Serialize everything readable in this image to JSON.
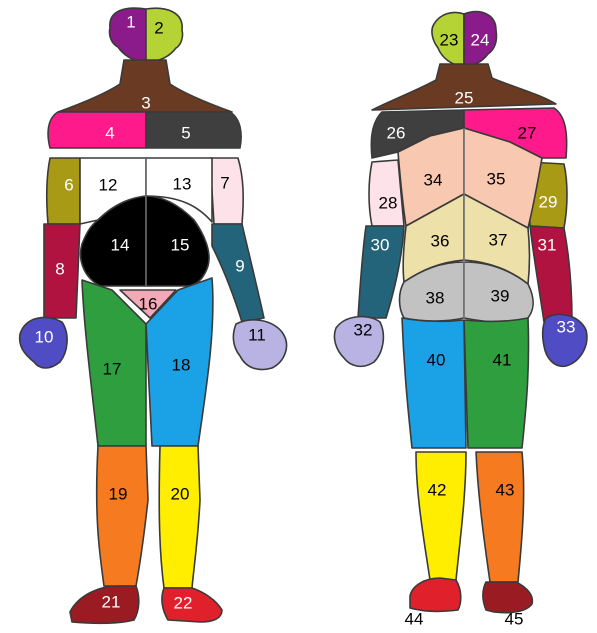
{
  "colors": {
    "purple": "#8b1a8b",
    "lime": "#b5d334",
    "brown": "#6b3a22",
    "magenta": "#ff1a8c",
    "charcoal": "#3f3f3f",
    "olive": "#a89a14",
    "white": "#ffffff",
    "pale_pink": "#fde2ea",
    "crimson": "#b0133f",
    "teal": "#24647a",
    "periwinkle": "#b9b3e3",
    "royal_blue": "#4f4cc4",
    "black": "#000000",
    "light_pink": "#f4a9b8",
    "green": "#2e9e3e",
    "sky_blue": "#1ba1e6",
    "orange": "#f57a20",
    "yellow": "#ffee00",
    "red": "#e0202a",
    "dark_red": "#9a1b22",
    "peach": "#f9c8b0",
    "beige": "#ede0a8",
    "gray": "#c2c2c2",
    "outline": "#3a3a3a"
  },
  "figures": {
    "front": {
      "regions": [
        {
          "label": "1",
          "name": "front-head-right",
          "fill": "purple",
          "text_color": "#ffffff"
        },
        {
          "label": "2",
          "name": "front-head-left",
          "fill": "lime",
          "text_color": "#000000"
        },
        {
          "label": "3",
          "name": "front-neck",
          "fill": "brown",
          "text_color": "#ffffff"
        },
        {
          "label": "4",
          "name": "front-chest-right",
          "fill": "magenta",
          "text_color": "#ffffff"
        },
        {
          "label": "5",
          "name": "front-chest-left",
          "fill": "charcoal",
          "text_color": "#ffffff"
        },
        {
          "label": "6",
          "name": "front-upper-arm-right",
          "fill": "olive",
          "text_color": "#ffffff"
        },
        {
          "label": "7",
          "name": "front-upper-arm-left",
          "fill": "pale_pink",
          "text_color": "#000000"
        },
        {
          "label": "8",
          "name": "front-forearm-right",
          "fill": "crimson",
          "text_color": "#ffffff"
        },
        {
          "label": "9",
          "name": "front-forearm-left",
          "fill": "teal",
          "text_color": "#ffffff"
        },
        {
          "label": "10",
          "name": "front-hand-right",
          "fill": "royal_blue",
          "text_color": "#ffffff"
        },
        {
          "label": "11",
          "name": "front-hand-left",
          "fill": "periwinkle",
          "text_color": "#000000"
        },
        {
          "label": "12",
          "name": "front-upper-abdomen-right",
          "fill": "white",
          "text_color": "#000000"
        },
        {
          "label": "13",
          "name": "front-upper-abdomen-left",
          "fill": "white",
          "text_color": "#000000"
        },
        {
          "label": "14",
          "name": "front-lower-abdomen-right",
          "fill": "black",
          "text_color": "#ffffff"
        },
        {
          "label": "15",
          "name": "front-lower-abdomen-left",
          "fill": "black",
          "text_color": "#ffffff"
        },
        {
          "label": "16",
          "name": "front-groin",
          "fill": "light_pink",
          "text_color": "#000000"
        },
        {
          "label": "17",
          "name": "front-thigh-right",
          "fill": "green",
          "text_color": "#000000"
        },
        {
          "label": "18",
          "name": "front-thigh-left",
          "fill": "sky_blue",
          "text_color": "#000000"
        },
        {
          "label": "19",
          "name": "front-lower-leg-right",
          "fill": "orange",
          "text_color": "#000000"
        },
        {
          "label": "20",
          "name": "front-lower-leg-left",
          "fill": "yellow",
          "text_color": "#000000"
        },
        {
          "label": "21",
          "name": "front-foot-right",
          "fill": "dark_red",
          "text_color": "#ffffff"
        },
        {
          "label": "22",
          "name": "front-foot-left",
          "fill": "red",
          "text_color": "#ffffff"
        }
      ]
    },
    "back": {
      "regions": [
        {
          "label": "23",
          "name": "back-head-left",
          "fill": "lime",
          "text_color": "#000000"
        },
        {
          "label": "24",
          "name": "back-head-right",
          "fill": "purple",
          "text_color": "#ffffff"
        },
        {
          "label": "25",
          "name": "back-neck",
          "fill": "brown",
          "text_color": "#ffffff"
        },
        {
          "label": "26",
          "name": "back-shoulder-left",
          "fill": "charcoal",
          "text_color": "#ffffff"
        },
        {
          "label": "27",
          "name": "back-shoulder-right",
          "fill": "magenta",
          "text_color": "#000000"
        },
        {
          "label": "28",
          "name": "back-upper-arm-left",
          "fill": "pale_pink",
          "text_color": "#000000"
        },
        {
          "label": "29",
          "name": "back-upper-arm-right",
          "fill": "olive",
          "text_color": "#ffffff"
        },
        {
          "label": "30",
          "name": "back-forearm-left",
          "fill": "teal",
          "text_color": "#ffffff"
        },
        {
          "label": "31",
          "name": "back-forearm-right",
          "fill": "crimson",
          "text_color": "#ffffff"
        },
        {
          "label": "32",
          "name": "back-hand-left",
          "fill": "periwinkle",
          "text_color": "#000000"
        },
        {
          "label": "33",
          "name": "back-hand-right",
          "fill": "royal_blue",
          "text_color": "#ffffff"
        },
        {
          "label": "34",
          "name": "back-upper-back-left",
          "fill": "peach",
          "text_color": "#000000"
        },
        {
          "label": "35",
          "name": "back-upper-back-right",
          "fill": "peach",
          "text_color": "#000000"
        },
        {
          "label": "36",
          "name": "back-lower-back-left",
          "fill": "beige",
          "text_color": "#000000"
        },
        {
          "label": "37",
          "name": "back-lower-back-right",
          "fill": "beige",
          "text_color": "#000000"
        },
        {
          "label": "38",
          "name": "back-buttock-left",
          "fill": "gray",
          "text_color": "#000000"
        },
        {
          "label": "39",
          "name": "back-buttock-right",
          "fill": "gray",
          "text_color": "#000000"
        },
        {
          "label": "40",
          "name": "back-thigh-left",
          "fill": "sky_blue",
          "text_color": "#000000"
        },
        {
          "label": "41",
          "name": "back-thigh-right",
          "fill": "green",
          "text_color": "#000000"
        },
        {
          "label": "42",
          "name": "back-lower-leg-left",
          "fill": "yellow",
          "text_color": "#000000"
        },
        {
          "label": "43",
          "name": "back-lower-leg-right",
          "fill": "orange",
          "text_color": "#000000"
        },
        {
          "label": "44",
          "name": "back-foot-left",
          "fill": "red",
          "text_color": "#000000"
        },
        {
          "label": "45",
          "name": "back-foot-right",
          "fill": "dark_red",
          "text_color": "#000000"
        }
      ]
    }
  }
}
